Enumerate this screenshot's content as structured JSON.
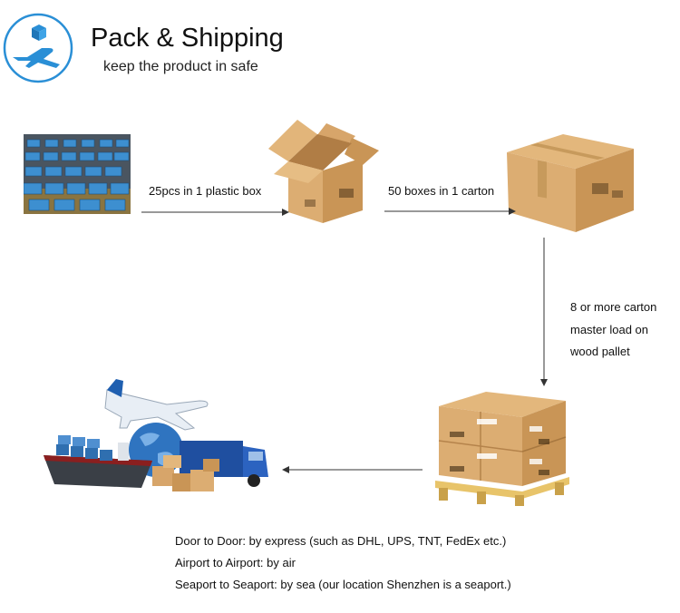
{
  "header": {
    "title": "Pack & Shipping",
    "subtitle": "keep the product in safe"
  },
  "flow": {
    "step1_label": "25pcs in 1 plastic box",
    "step2_label": "50 boxes in 1 carton",
    "step3_lines": [
      "8 or more carton",
      "master load on",
      "wood pallet"
    ]
  },
  "shipping": {
    "lines": [
      "Door to Door: by express (such as DHL, UPS, TNT, FedEx etc.)",
      "Airport to Airport: by air",
      "Seaport to Seaport: by sea (our location Shenzhen is a seaport.)"
    ]
  },
  "colors": {
    "logo_blue": "#2a8fd6",
    "cardboard": "#d9a86a",
    "cardboard_dark": "#b9874c",
    "product_blue": "#3d8fd0",
    "pallet": "#e8c46a",
    "arrow": "#333333"
  },
  "icons": [
    "logo-plane-box-icon"
  ]
}
